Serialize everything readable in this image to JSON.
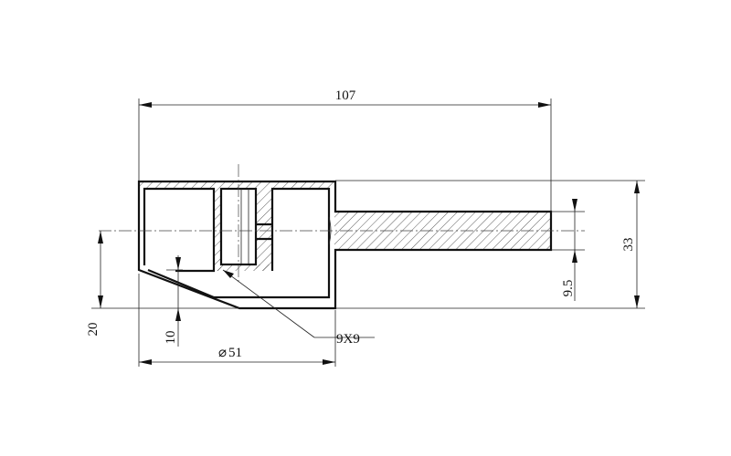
{
  "drawing": {
    "dimensions": {
      "overall_length": "107",
      "height": "33",
      "shaft_offset": "9.5",
      "diameter_symbol": "⌀",
      "diameter_value": "51",
      "cone_height": "20",
      "chamfer_height": "10",
      "hole_size": "9X9"
    },
    "colors": {
      "line": "#111111",
      "hatch": "#333333",
      "background": "#ffffff"
    }
  }
}
